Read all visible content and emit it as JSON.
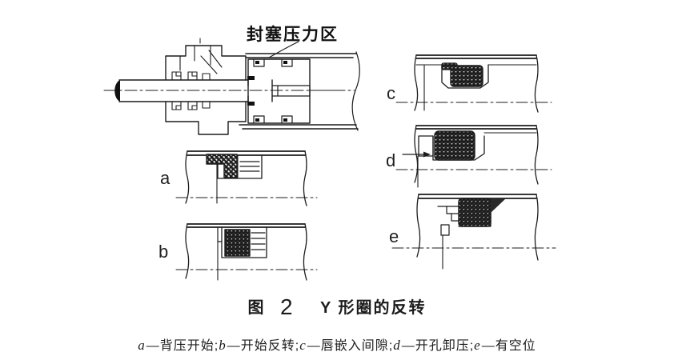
{
  "figure": {
    "colors": {
      "ink": "#1c1c1c",
      "background": "#ffffff"
    },
    "pressure_zone_label": "封塞压力区",
    "panels": [
      {
        "id": "a"
      },
      {
        "id": "b"
      },
      {
        "id": "c"
      },
      {
        "id": "d"
      },
      {
        "id": "e"
      }
    ],
    "caption": {
      "fig_word": "图",
      "fig_number": "2",
      "title": "Y 形圈的反转"
    },
    "legend": {
      "dash": "—",
      "separator": ";",
      "items": [
        {
          "key": "a",
          "desc": "背压开始"
        },
        {
          "key": "b",
          "desc": "开始反转"
        },
        {
          "key": "c",
          "desc": "唇嵌入间隙"
        },
        {
          "key": "d",
          "desc": "开孔卸压"
        },
        {
          "key": "e",
          "desc": "有空位"
        }
      ]
    }
  }
}
